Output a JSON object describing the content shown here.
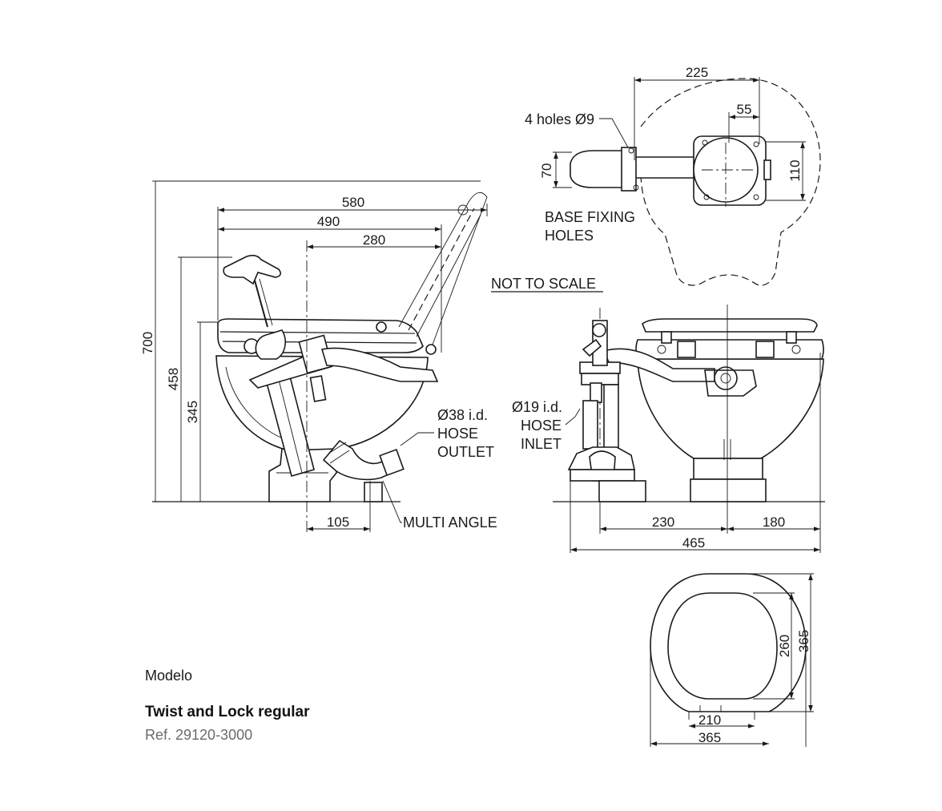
{
  "side_view": {
    "dims": [
      "700",
      "458",
      "345",
      "580",
      "490",
      "280",
      "105"
    ],
    "labels": {
      "outlet_1": "Ø38 i.d.",
      "outlet_2": "HOSE",
      "outlet_3": "OUTLET",
      "multi_angle": "MULTI ANGLE"
    }
  },
  "base_view": {
    "dims": [
      "225",
      "55",
      "70",
      "110"
    ],
    "labels": {
      "holes": "4 holes Ø9",
      "fixing_1": "BASE FIXING",
      "fixing_2": "HOLES"
    }
  },
  "scale_note": "NOT TO SCALE",
  "front_view": {
    "dims": [
      "230",
      "180",
      "465"
    ],
    "labels": {
      "inlet_1": "Ø19 i.d.",
      "inlet_2": "HOSE",
      "inlet_3": "INLET"
    }
  },
  "seat_view": {
    "dims": [
      "260",
      "365",
      "210",
      "365"
    ]
  },
  "caption": {
    "label": "Modelo",
    "name": "Twist and Lock regular",
    "ref": "Ref. 29120-3000"
  }
}
